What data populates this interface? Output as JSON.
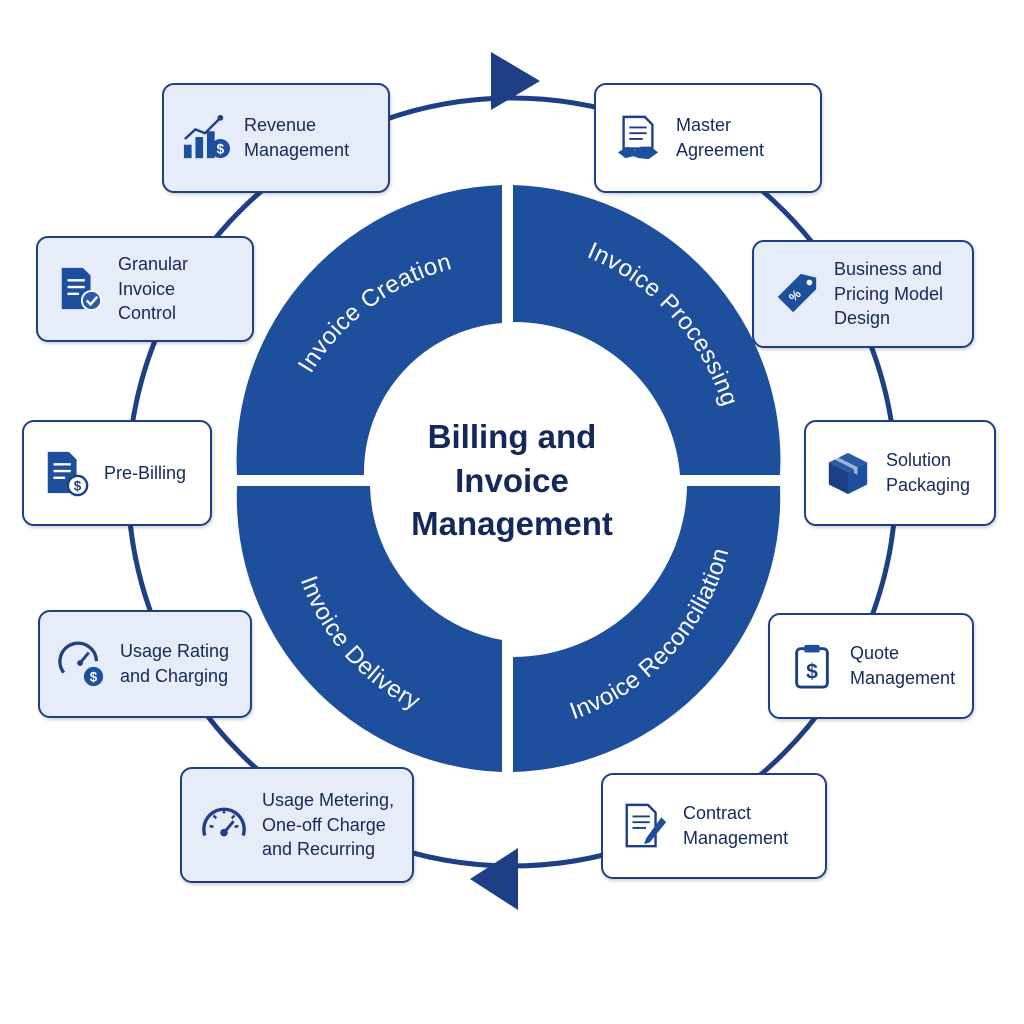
{
  "colors": {
    "primary": "#1e4f9c",
    "dark": "#1e3f86",
    "text": "#142a57",
    "light_box": "#e6ecf8"
  },
  "center": {
    "line1": "Billing and",
    "line2": "Invoice",
    "line3": "Management"
  },
  "segments": [
    {
      "label": "Invoice Creation"
    },
    {
      "label": "Invoice Processing"
    },
    {
      "label": "Invoice Reconciliation"
    },
    {
      "label": "Invoice Delivery"
    }
  ],
  "boxes": {
    "revenue": {
      "lines": [
        "Revenue",
        "Management"
      ],
      "icon": "chart-dollar-icon"
    },
    "master": {
      "lines": [
        "Master",
        "Agreement"
      ],
      "icon": "document-handshake-icon"
    },
    "granular": {
      "lines": [
        "Granular",
        "Invoice Control"
      ],
      "icon": "document-check-icon"
    },
    "business": {
      "lines": [
        "Business and",
        "Pricing Model",
        "Design"
      ],
      "icon": "price-tag-icon"
    },
    "prebilling": {
      "lines": [
        "Pre-Billing"
      ],
      "icon": "document-dollar-icon"
    },
    "solution": {
      "lines": [
        "Solution",
        "Packaging"
      ],
      "icon": "package-icon"
    },
    "usage": {
      "lines": [
        "Usage Rating",
        "and Charging"
      ],
      "icon": "gauge-dollar-icon"
    },
    "quote": {
      "lines": [
        "Quote",
        "Management"
      ],
      "icon": "clipboard-dollar-icon"
    },
    "metering": {
      "lines": [
        "Usage Metering,",
        "One-off Charge",
        "and Recurring"
      ],
      "icon": "speedometer-icon"
    },
    "contract": {
      "lines": [
        "Contract",
        "Management"
      ],
      "icon": "document-pen-icon"
    }
  }
}
